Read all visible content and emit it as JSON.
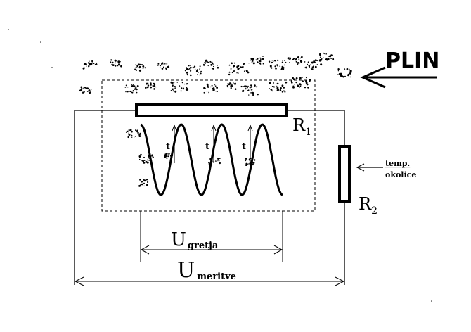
{
  "gas_label": "PLIN",
  "resistor1": {
    "label": "R",
    "sub": "1"
  },
  "resistor2": {
    "label": "R",
    "sub": "2"
  },
  "ambient_label": {
    "line1": "temp.",
    "line2": "okolice"
  },
  "heating_arrow_label": "t",
  "u_heating": {
    "main": "U",
    "sub": "gretja"
  },
  "u_measure": {
    "main": "U",
    "sub": "meritve"
  },
  "colors": {
    "ink": "#000000",
    "background": "#ffffff"
  }
}
